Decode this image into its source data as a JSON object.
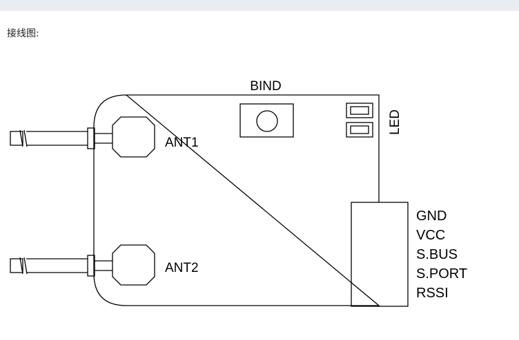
{
  "heading": "接线图:",
  "labels": {
    "bind": "BIND",
    "led": "LED",
    "ant1": "ANT1",
    "ant2": "ANT2"
  },
  "pins": [
    "GND",
    "VCC",
    "S.BUS",
    "S.PORT",
    "RSSI"
  ],
  "colors": {
    "stroke": "#000000",
    "background": "#ffffff",
    "top_strip": "#e9edf2"
  }
}
